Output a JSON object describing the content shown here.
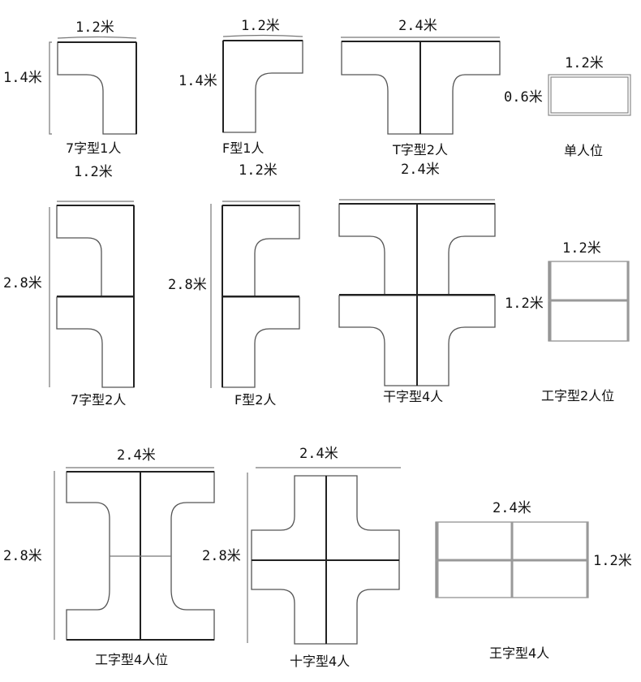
{
  "diagram": {
    "unit": "米",
    "layouts": [
      {
        "id": "7-1",
        "name": "7字型1人",
        "width": "1.2米",
        "depth": "1.4米",
        "seats": 1
      },
      {
        "id": "f-1",
        "name": "F型1人",
        "width": "1.2米",
        "depth": "1.4米",
        "seats": 1
      },
      {
        "id": "t-2",
        "name": "T字型2人",
        "width": "2.4米",
        "seats": 2
      },
      {
        "id": "single",
        "name": "单人位",
        "width": "1.2米",
        "depth": "0.6米",
        "seats": 1
      },
      {
        "id": "7-2",
        "name": "7字型2人",
        "width": "1.2米",
        "depth": "2.8米",
        "seats": 2
      },
      {
        "id": "f-2",
        "name": "F型2人",
        "width": "1.2米",
        "depth": "2.8米",
        "seats": 2
      },
      {
        "id": "gan-4",
        "name": "干字型4人",
        "width": "2.4米",
        "seats": 4
      },
      {
        "id": "gong-2",
        "name": "工字型2人位",
        "width": "1.2米",
        "depth": "1.2米",
        "seats": 2
      },
      {
        "id": "gong-4",
        "name": "工字型4人位",
        "width": "2.4米",
        "depth": "2.8米",
        "seats": 4
      },
      {
        "id": "shi-4",
        "name": "十字型4人",
        "width": "2.4米",
        "depth": "2.8米",
        "seats": 4
      },
      {
        "id": "wang-4",
        "name": "王字型4人",
        "width": "2.4米",
        "depth": "1.2米",
        "seats": 4
      }
    ]
  },
  "labels": {
    "l7_1_w": "1.2米",
    "l7_1_d": "1.4米",
    "l7_1_name": "7字型1人",
    "f1_w": "1.2米",
    "f1_d": "1.4米",
    "f1_name": "F型1人",
    "t2_w": "2.4米",
    "t2_name": "T字型2人",
    "single_w": "1.2米",
    "single_d": "0.6米",
    "single_name": "单人位",
    "l7_2_w": "1.2米",
    "l7_2_d": "2.8米",
    "l7_2_name": "7字型2人",
    "f2_w": "1.2米",
    "f2_d": "2.8米",
    "f2_name": "F型2人",
    "gan4_w": "2.4米",
    "gan4_name": "干字型4人",
    "gong2_w": "1.2米",
    "gong2_d": "1.2米",
    "gong2_name": "工字型2人位",
    "gong4_w": "2.4米",
    "gong4_d": "2.8米",
    "gong4_name": "工字型4人位",
    "shi4_w": "2.4米",
    "shi4_d": "2.8米",
    "shi4_name": "十字型4人",
    "wang4_w": "2.4米",
    "wang4_d": "1.2米",
    "wang4_name": "王字型4人"
  }
}
